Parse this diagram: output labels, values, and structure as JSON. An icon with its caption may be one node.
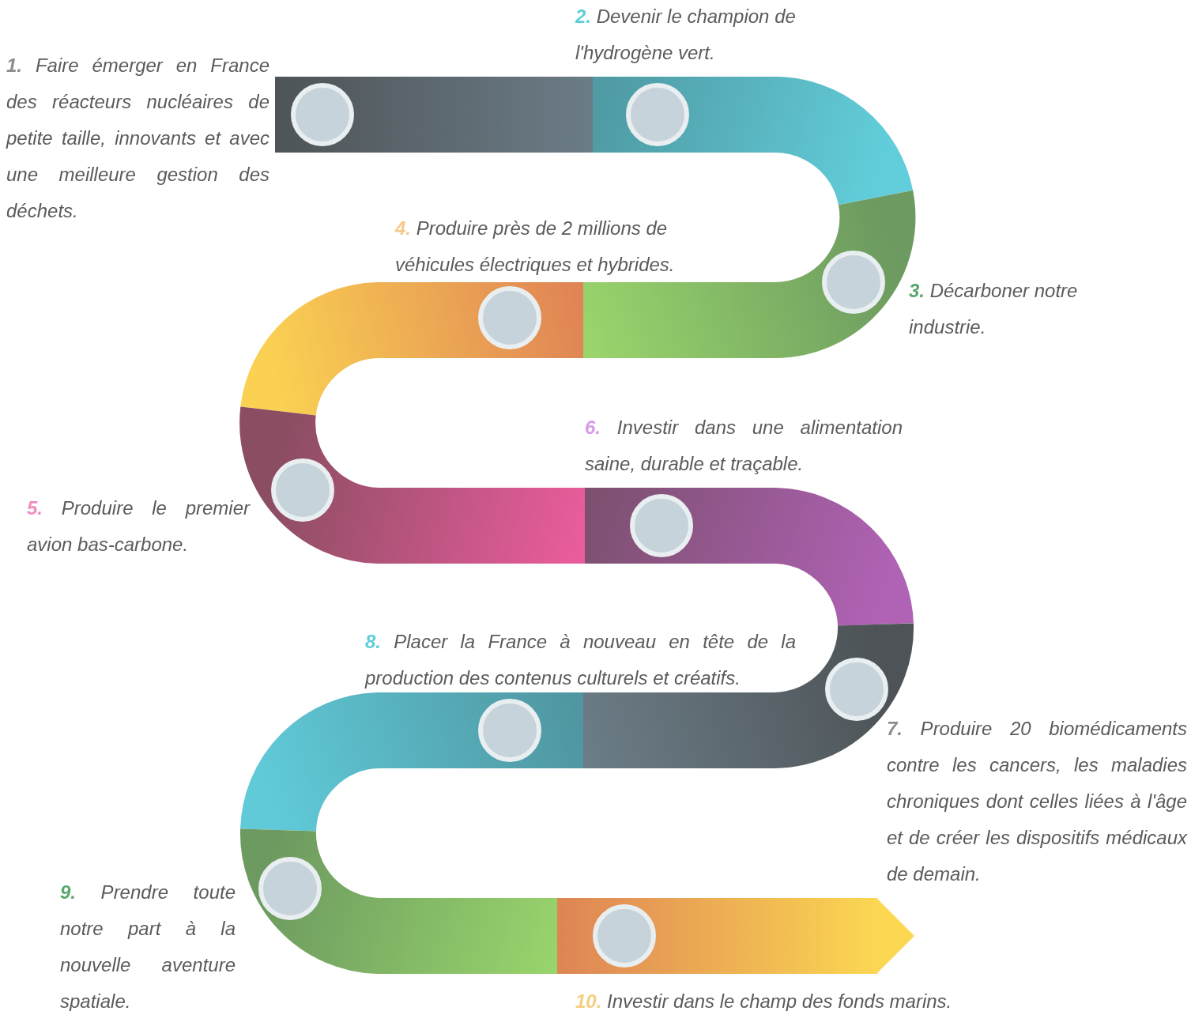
{
  "diagram": {
    "labels": [
      "1. Faire émerger en France des réacteurs nucléaires de petite taille, innovants et avec une meilleure gestion des déchets.",
      "2. Devenir le champion de l'hydrogène vert.",
      "3. Décarboner notre industrie.",
      "4. Produire près de 2 millions de véhicules électriques et hybrides.",
      "5. Produire le premier avion bas-carbone.",
      "6. Investir dans une alimentation saine, durable et traçable.",
      "7. Produire 20 biomédicaments contre les cancers, les maladies chroniques dont celles liées à l'âge et de créer les dispositifs médicaux de demain.",
      "8. Placer la France à nouveau en tête de la production des contenus culturels et créatifs.",
      "9. Prendre toute notre part à la nouvelle aventure spatiale.",
      "10. Investir dans le champ des fonds marins."
    ]
  }
}
